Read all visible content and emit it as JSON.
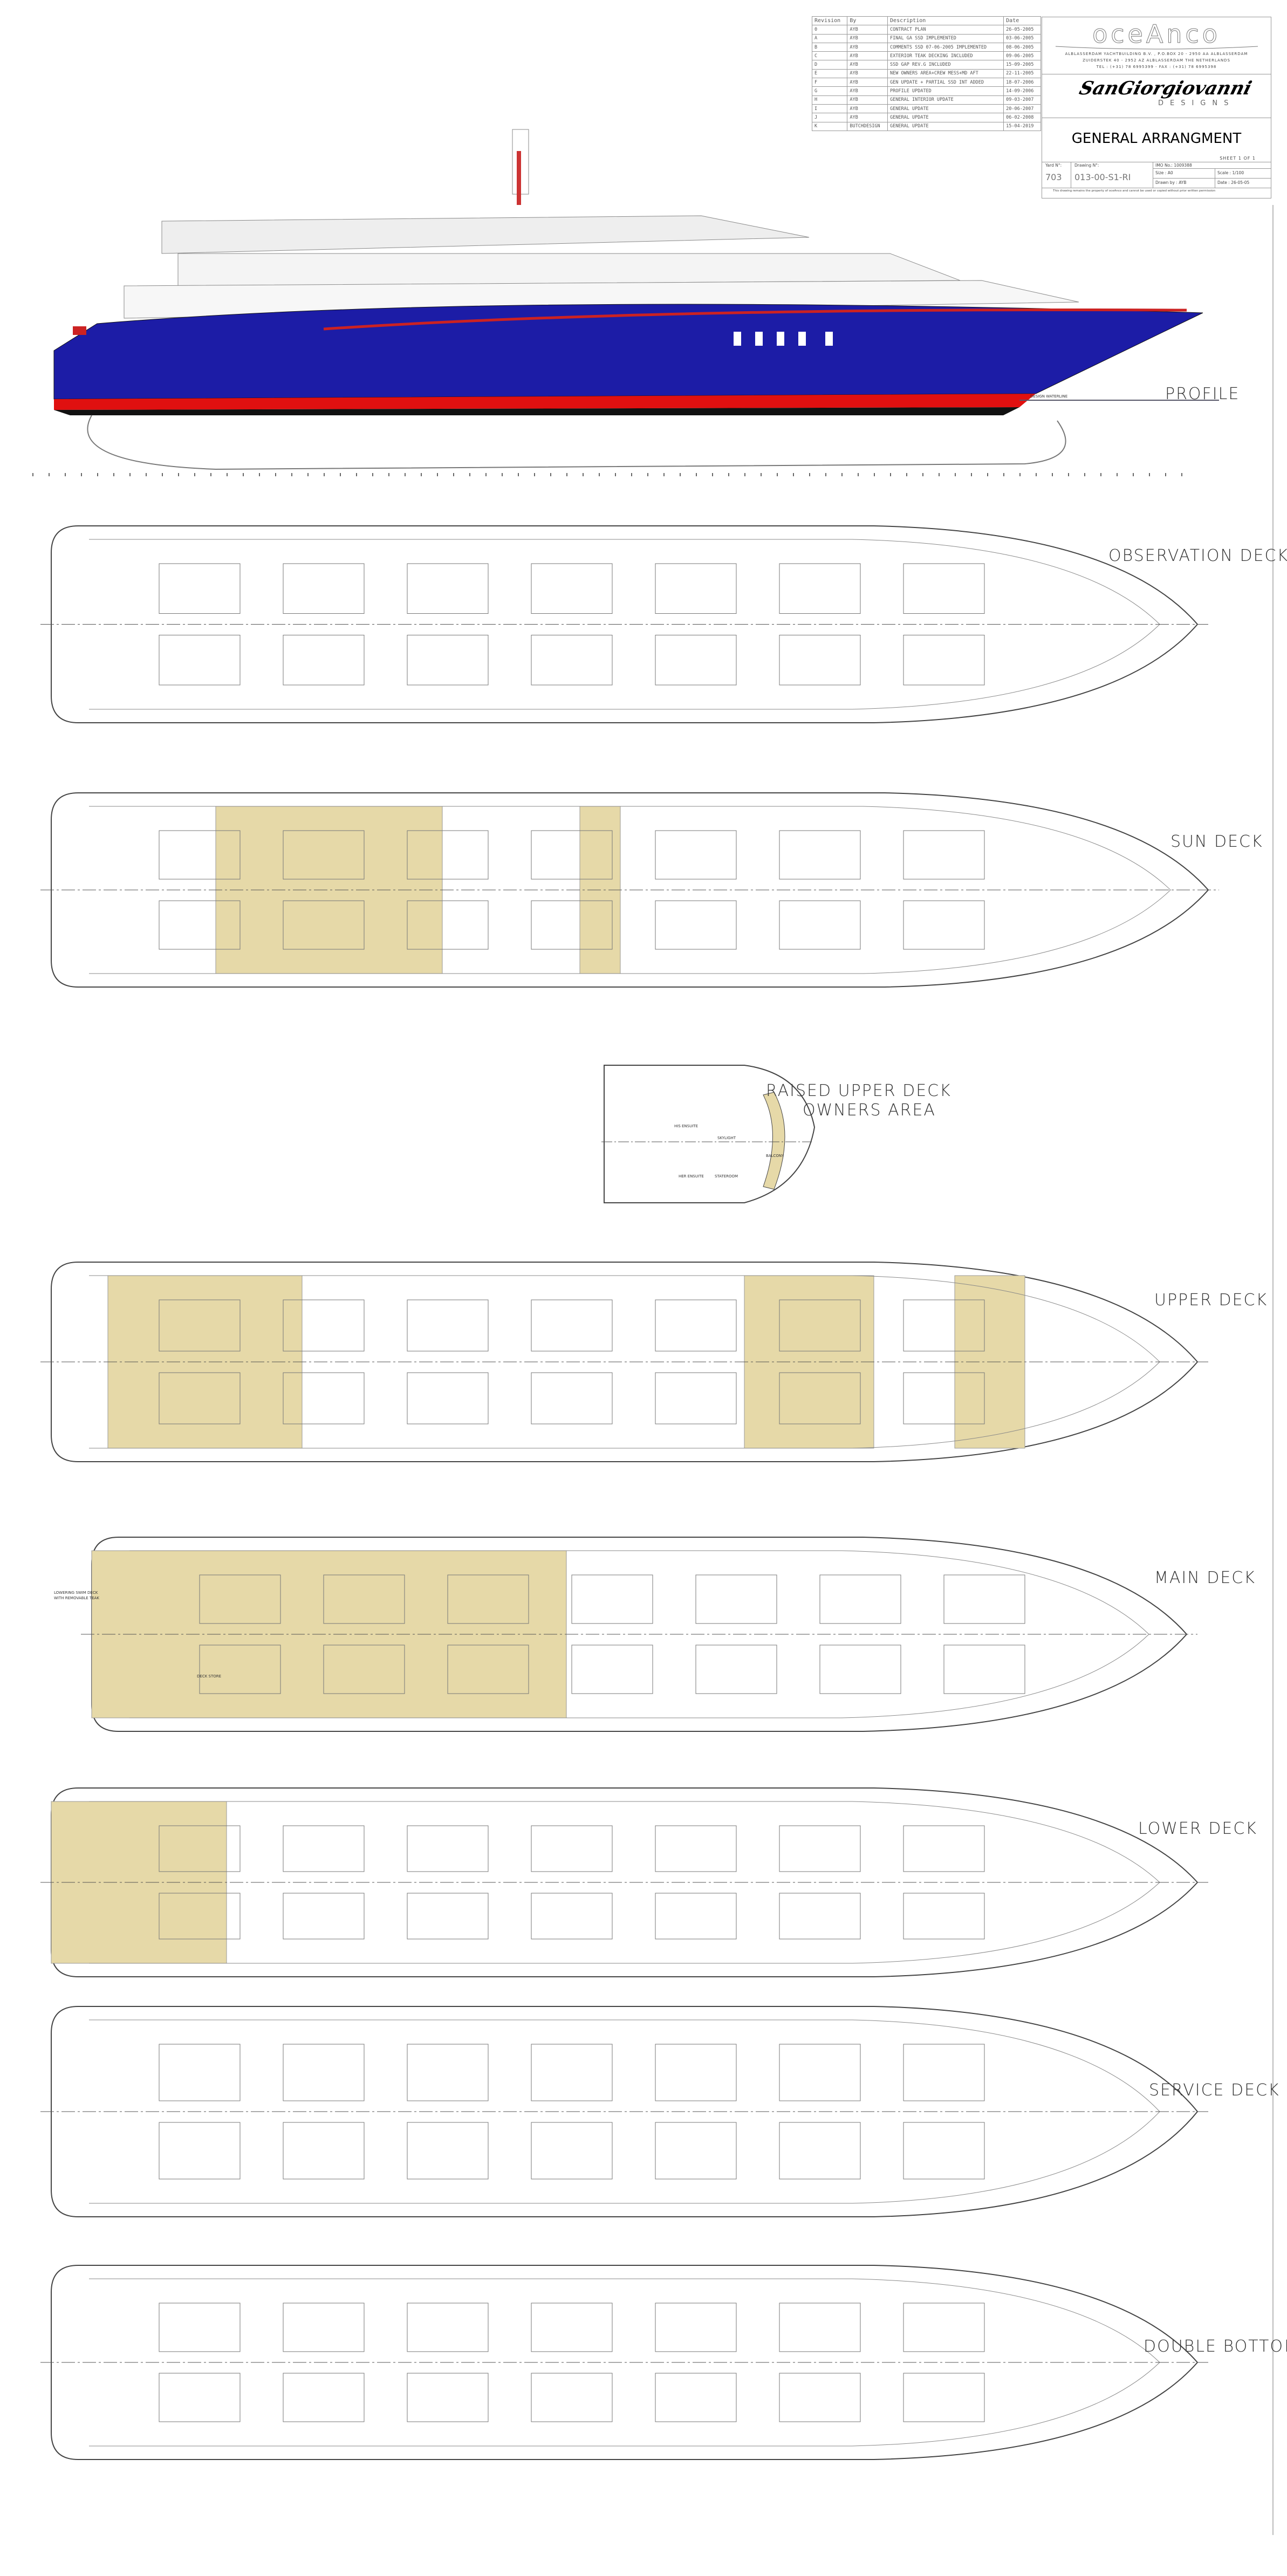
{
  "revision_table": {
    "headers": [
      "Revision",
      "By",
      "Description",
      "Date"
    ],
    "rows": [
      [
        "0",
        "AYB",
        "CONTRACT PLAN",
        "26-05-2005"
      ],
      [
        "A",
        "AYB",
        "FINAL GA SSD IMPLEMENTED",
        "03-06-2005"
      ],
      [
        "B",
        "AYB",
        "COMMENTS SSD 07-06-2005 IMPLEMENTED",
        "08-06-2005"
      ],
      [
        "C",
        "AYB",
        "EXTERIOR TEAK DECKING INCLUDED",
        "09-06-2005"
      ],
      [
        "D",
        "AYB",
        "SSD GAP REV.G INCLUDED",
        "15-09-2005"
      ],
      [
        "E",
        "AYB",
        "NEW OWNERS AREA+CREW MESS+MD AFT",
        "22-11-2005"
      ],
      [
        "F",
        "AYB",
        "GEN UPDATE + PARTIAL SSD INT ADDED",
        "18-07-2006"
      ],
      [
        "G",
        "AYB",
        "PROFILE UPDATED",
        "14-09-2006"
      ],
      [
        "H",
        "AYB",
        "GENERAL INTERIOR UPDATE",
        "09-03-2007"
      ],
      [
        "I",
        "AYB",
        "GENERAL UPDATE",
        "20-06-2007"
      ],
      [
        "J",
        "AYB",
        "GENERAL UPDATE",
        "06-02-2008"
      ],
      [
        "K",
        "BUTCHDESIGN",
        "GENERAL UPDATE",
        "15-04-2019"
      ]
    ]
  },
  "title_block": {
    "logo": "oceAnco",
    "address_lines": [
      "ALBLASSERDAM YACHTBUILDING B.V. , P.O.BOX 20 - 2950 AA ALBLASSERDAM",
      "ZUIDERSTEK 40 - 2952 AZ ALBLASSERDAM THE NETHERLANDS",
      "TEL : (+31) 78 6995399 - FAX : (+31) 78 6995398"
    ],
    "designer_signature": "SanGiorgiovanni",
    "designer_sub": "DESIGNS",
    "title": "GENERAL ARRANGMENT",
    "sheet": "SHEET 1 OF 1",
    "yard_no_label": "Yard N°:",
    "yard_no": "703",
    "drawing_no_label": "Drawing N°:",
    "drawing_no": "013-00-S1-RI",
    "imo": "IMO No.: 1009388",
    "size": "Size : A0",
    "scale": "Scale : 1/100",
    "drawn_by": "Drawn by : AYB",
    "date": "Date : 26-05-05",
    "copyright": "This drawing remains the property of oceAnco and cannot be used or copied without prior written permission"
  },
  "views": {
    "profile": "PROFILE",
    "design_waterline": "DESIGN WATERLINE",
    "observation_deck": "OBSERVATION DECK",
    "sun_deck": "SUN DECK",
    "raised_upper_deck": [
      "RAISED UPPER DECK",
      "OWNERS AREA"
    ],
    "upper_deck": "UPPER DECK",
    "main_deck": "MAIN DECK",
    "lower_deck": "LOWER DECK",
    "service_deck": "SERVICE DECK",
    "double_bottom": "DOUBLE BOTTOM"
  },
  "owners_area_rooms": [
    "HIS ENSUITE",
    "HER ENSUITE",
    "STATEROOM",
    "SKYLIGHT",
    "BALCONY"
  ],
  "main_deck_notes": [
    "LOWERING SWIM DECK",
    "WITH REMOVABLE TEAK",
    "DECK STORE"
  ],
  "colors": {
    "hull_blue": "#1c1ca6",
    "boot_red": "#e01010",
    "teak": "#e6d9a8",
    "line": "#555555"
  }
}
